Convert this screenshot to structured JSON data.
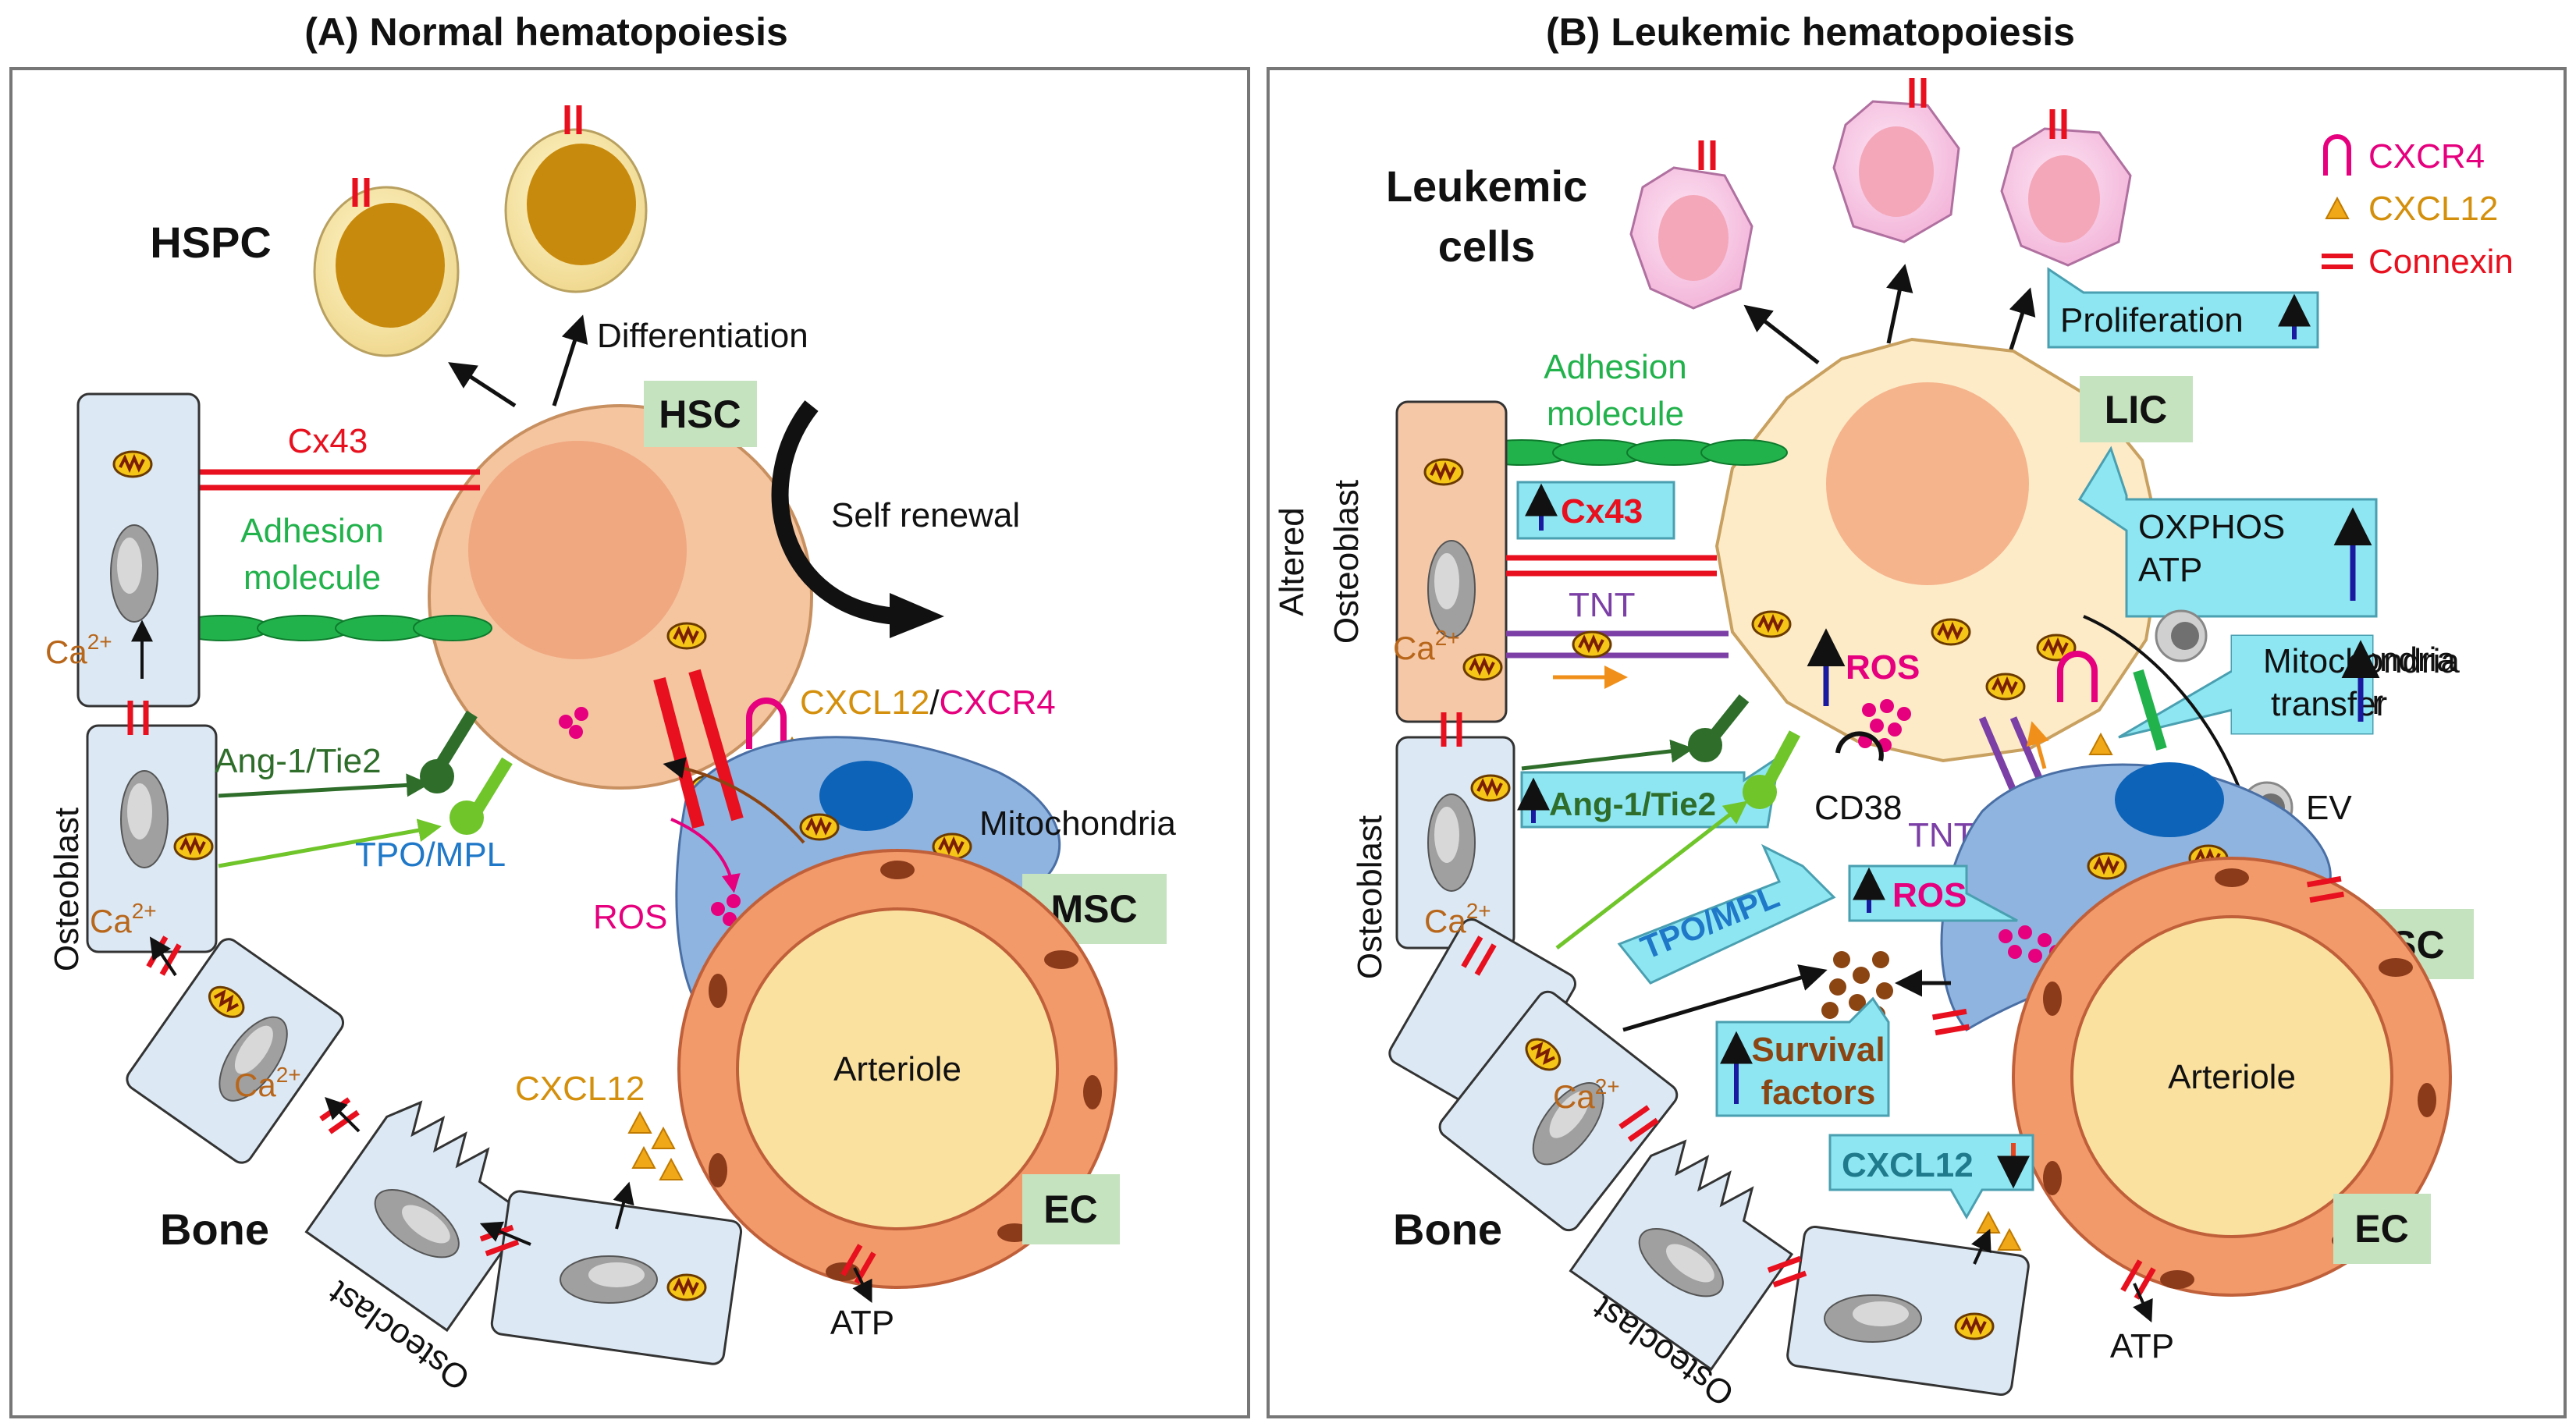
{
  "panelA": {
    "title": "(A) Normal hematopoiesis",
    "hspc": "HSPC",
    "differentiation": "Differentiation",
    "hsc": "HSC",
    "cx43": "Cx43",
    "self_renewal": "Self renewal",
    "adhesion_1": "Adhesion",
    "adhesion_2": "molecule",
    "ca": "Ca",
    "ca_sup": "2+",
    "ang": "Ang-1/Tie2",
    "tpo": "TPO/MPL",
    "cxcl12_cxcr4_a": "CXCL12",
    "slash": "/",
    "cxcl12_cxcr4_b": "CXCR4",
    "mitochondria": "Mitochondria",
    "ros": "ROS",
    "msc": "MSC",
    "osteoblast": "Osteoblast",
    "arteriole": "Arteriole",
    "cxcl12": "CXCL12",
    "ec": "EC",
    "bone": "Bone",
    "osteoclast": "Osteoclast",
    "atp": "ATP"
  },
  "panelB": {
    "title": "(B) Leukemic hematopoiesis",
    "leukemic_1": "Leukemic",
    "leukemic_2": "cells",
    "adhesion_1": "Adhesion",
    "adhesion_2": "molecule",
    "lic": "LIC",
    "proliferation": "Proliferation",
    "altered": "Altered",
    "osteoblast_alt": "Osteoblast",
    "cx43": "Cx43",
    "oxphos": "OXPHOS",
    "atp_box": "ATP",
    "tnt": "TNT",
    "ros": "ROS",
    "mito_transfer_1": "Mitochondria",
    "mito_transfer_2": "transfer",
    "ca": "Ca",
    "ca_sup": "2+",
    "ang": "Ang-1/Tie2",
    "cd38": "CD38",
    "tnt2": "TNT",
    "ev": "EV",
    "tpo": "TPO/MPL",
    "ros2": "ROS",
    "osteoblast": "Osteoblast",
    "msc": "MSC",
    "survival_1": "Survival",
    "survival_2": "factors",
    "arteriole": "Arteriole",
    "cxcl12": "CXCL12",
    "bone": "Bone",
    "osteoclast": "Osteoclast",
    "ec": "EC",
    "atp": "ATP"
  },
  "legend": {
    "cxcr4": "CXCR4",
    "cxcl12": "CXCL12",
    "connexin": "Connexin"
  },
  "colors": {
    "cx43_red": "#e8101e",
    "adhesion_green": "#22b24c",
    "ang_green": "#2e6e2a",
    "tpo_blue": "#1f78c8",
    "ros_magenta": "#e6007e",
    "cxcl12_orange": "#d4900c",
    "osteoblast_blue": "#dce9f5",
    "label_green_bg": "#c6e3bf",
    "callout_cyan": "#8ee6f2",
    "tnt_purple": "#7b3fa6",
    "ca_brown": "#b8661a",
    "survival_brown": "#8b4513"
  }
}
